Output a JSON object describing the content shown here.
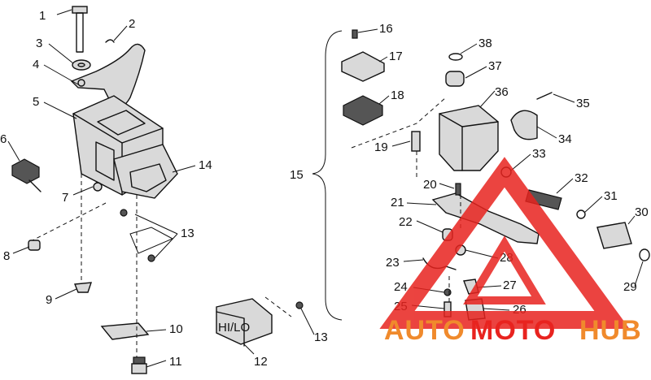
{
  "callouts": [
    {
      "id": "c1",
      "text": "1"
    },
    {
      "id": "c2",
      "text": "2"
    },
    {
      "id": "c3",
      "text": "3"
    },
    {
      "id": "c4",
      "text": "4"
    },
    {
      "id": "c5",
      "text": "5"
    },
    {
      "id": "c6",
      "text": "6"
    },
    {
      "id": "c7",
      "text": "7"
    },
    {
      "id": "c8",
      "text": "8"
    },
    {
      "id": "c9",
      "text": "9"
    },
    {
      "id": "c10",
      "text": "10"
    },
    {
      "id": "c11",
      "text": "11"
    },
    {
      "id": "c12",
      "text": "12"
    },
    {
      "id": "c13a",
      "text": "13"
    },
    {
      "id": "c13b",
      "text": "13"
    },
    {
      "id": "c14",
      "text": "14"
    },
    {
      "id": "c15",
      "text": "15"
    },
    {
      "id": "c16",
      "text": "16"
    },
    {
      "id": "c17",
      "text": "17"
    },
    {
      "id": "c18",
      "text": "18"
    },
    {
      "id": "c19",
      "text": "19"
    },
    {
      "id": "c20",
      "text": "20"
    },
    {
      "id": "c21",
      "text": "21"
    },
    {
      "id": "c22",
      "text": "22"
    },
    {
      "id": "c23",
      "text": "23"
    },
    {
      "id": "c24",
      "text": "24"
    },
    {
      "id": "c25",
      "text": "25"
    },
    {
      "id": "c26",
      "text": "26"
    },
    {
      "id": "c27",
      "text": "27"
    },
    {
      "id": "c28",
      "text": "28"
    },
    {
      "id": "c29",
      "text": "29"
    },
    {
      "id": "c30",
      "text": "30"
    },
    {
      "id": "c31",
      "text": "31"
    },
    {
      "id": "c32",
      "text": "32"
    },
    {
      "id": "c33",
      "text": "33"
    },
    {
      "id": "c34",
      "text": "34"
    },
    {
      "id": "c35",
      "text": "35"
    },
    {
      "id": "c36",
      "text": "36"
    },
    {
      "id": "c37",
      "text": "37"
    },
    {
      "id": "c38",
      "text": "38"
    }
  ],
  "switch_label": "HI/LO",
  "watermark": {
    "part1": "AUTO",
    "part2": "MOTO",
    "part3": "HUB",
    "color_primary": "#f08a2c",
    "color_secondary": "#e8231f"
  }
}
